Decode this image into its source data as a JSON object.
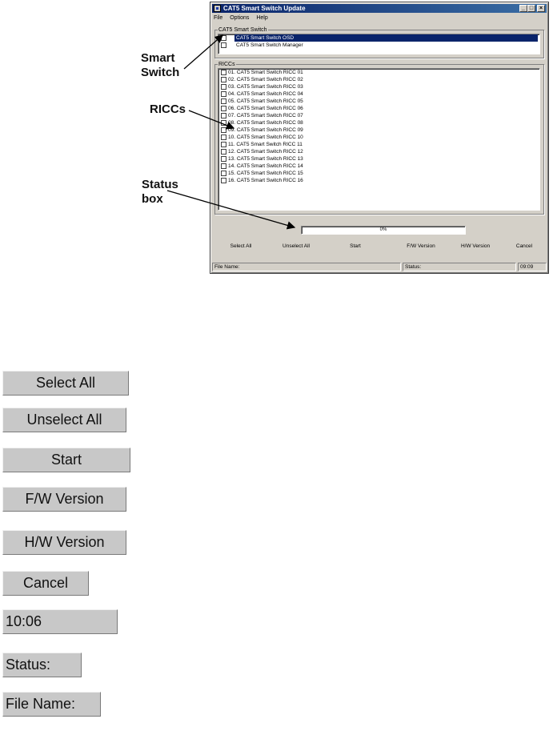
{
  "window": {
    "title": "CAT5 Smart Switch Update",
    "controls": [
      "_",
      "□",
      "×"
    ],
    "menu": [
      "File",
      "Options",
      "Help"
    ]
  },
  "smart_switch": {
    "group_label": "CAT5 Smart Switch",
    "items": [
      "CAT5 Smart Switch OSD",
      "CAT5 Smart Switch Manager"
    ]
  },
  "riccs": {
    "group_label": "RICCs",
    "items": [
      "01. CAT5 Smart Switch RICC 01",
      "02. CAT5 Smart Switch RICC 02",
      "03. CAT5 Smart Switch RICC 03",
      "04. CAT5 Smart Switch RICC 04",
      "05. CAT5 Smart Switch RICC 05",
      "06. CAT5 Smart Switch RICC 06",
      "07. CAT5 Smart Switch RICC 07",
      "08. CAT5 Smart Switch RICC 08",
      "09. CAT5 Smart Switch RICC 09",
      "10. CAT5 Smart Switch RICC 10",
      "11. CAT5 Smart Switch RICC 11",
      "12. CAT5 Smart Switch RICC 12",
      "13. CAT5 Smart Switch RICC 13",
      "14. CAT5 Smart Switch RICC 14",
      "15. CAT5 Smart Switch RICC 15",
      "16. CAT5 Smart Switch RICC 16"
    ]
  },
  "progress": {
    "label": "0%",
    "value": 0
  },
  "buttons": {
    "select_all": "Select All",
    "unselect_all": "Unselect All",
    "start": "Start",
    "fw_version": "F/W Version",
    "hw_version": "H/W Version",
    "cancel": "Cancel"
  },
  "statusbar": {
    "file_name": "File Name:",
    "status": "Status:",
    "time": "09:09"
  },
  "annotations": {
    "smart_switch": "Smart\nSwitch",
    "riccs": "RICCs",
    "status_box": "Status\nbox"
  },
  "legend": {
    "select_all": "Select All",
    "unselect_all": "Unselect All",
    "start": "Start",
    "fw_version": "F/W Version",
    "hw_version": "H/W Version",
    "cancel": "Cancel",
    "time": "10:06",
    "status": "Status:",
    "file_name": "File Name:"
  }
}
